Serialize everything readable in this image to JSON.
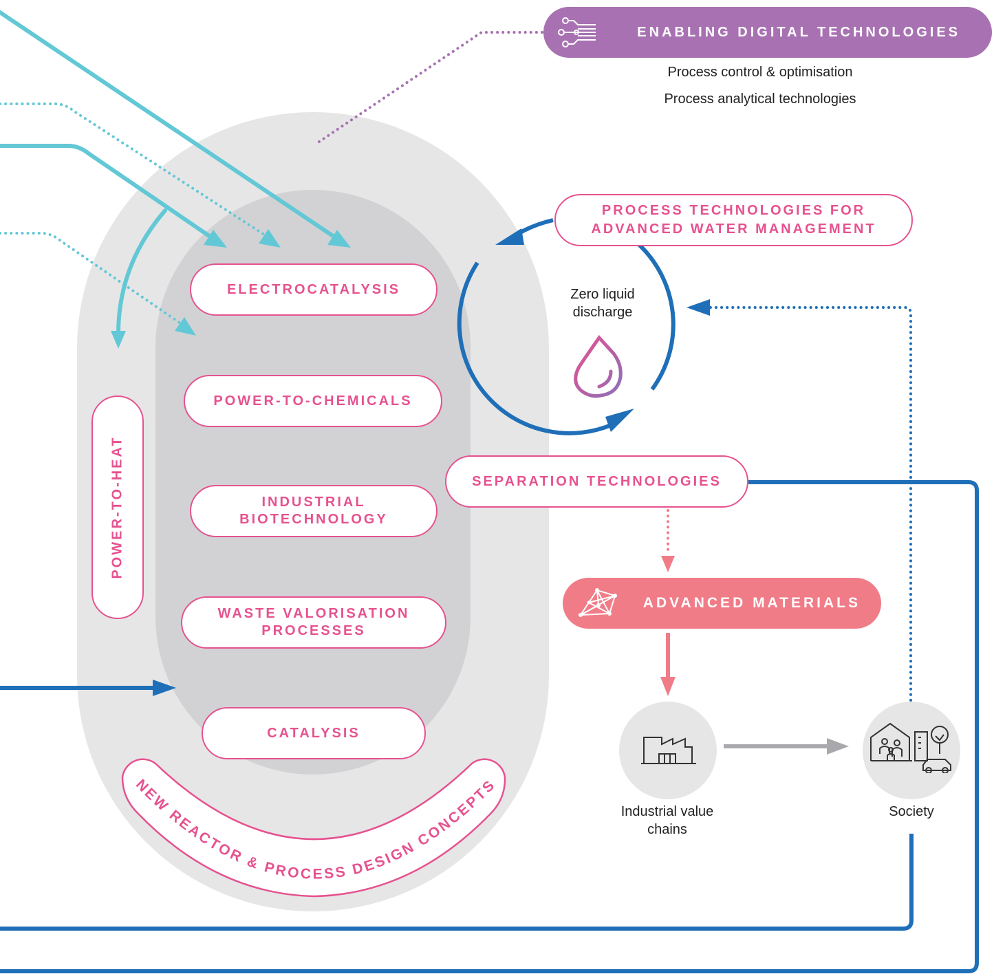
{
  "digital": {
    "title": "ENABLING DIGITAL TECHNOLOGIES",
    "items": [
      "Process control & optimisation",
      "Process analytical technologies"
    ],
    "icon": "circuit-icon"
  },
  "core_processes": [
    "ELECTROCATALYSIS",
    "POWER-TO-CHEMICALS",
    "INDUSTRIAL BIOTECHNOLOGY",
    "WASTE VALORISATION PROCESSES",
    "CATALYSIS"
  ],
  "power_to_heat": "POWER-TO-HEAT",
  "reactor_arc": "NEW REACTOR & PROCESS DESIGN CONCEPTS",
  "water": {
    "title": "PROCESS TECHNOLOGIES FOR ADVANCED WATER MANAGEMENT",
    "center_label": "Zero liquid discharge",
    "icon": "water-drop-icon"
  },
  "separation": "SEPARATION TECHNOLOGIES",
  "materials": {
    "title": "ADVANCED MATERIALS",
    "icon": "molecule-network-icon"
  },
  "industrial": {
    "label": "Industrial value chains",
    "icon": "factory-icon"
  },
  "society": {
    "label": "Society",
    "icon": "community-icon"
  },
  "colors": {
    "pink": "#e6528f",
    "purple": "#a872b2",
    "coral": "#f07c88",
    "cyan": "#63c8d6",
    "blue": "#1f6fb8",
    "grey_outer": "#e6e6e7",
    "grey_inner": "#d2d2d4"
  }
}
